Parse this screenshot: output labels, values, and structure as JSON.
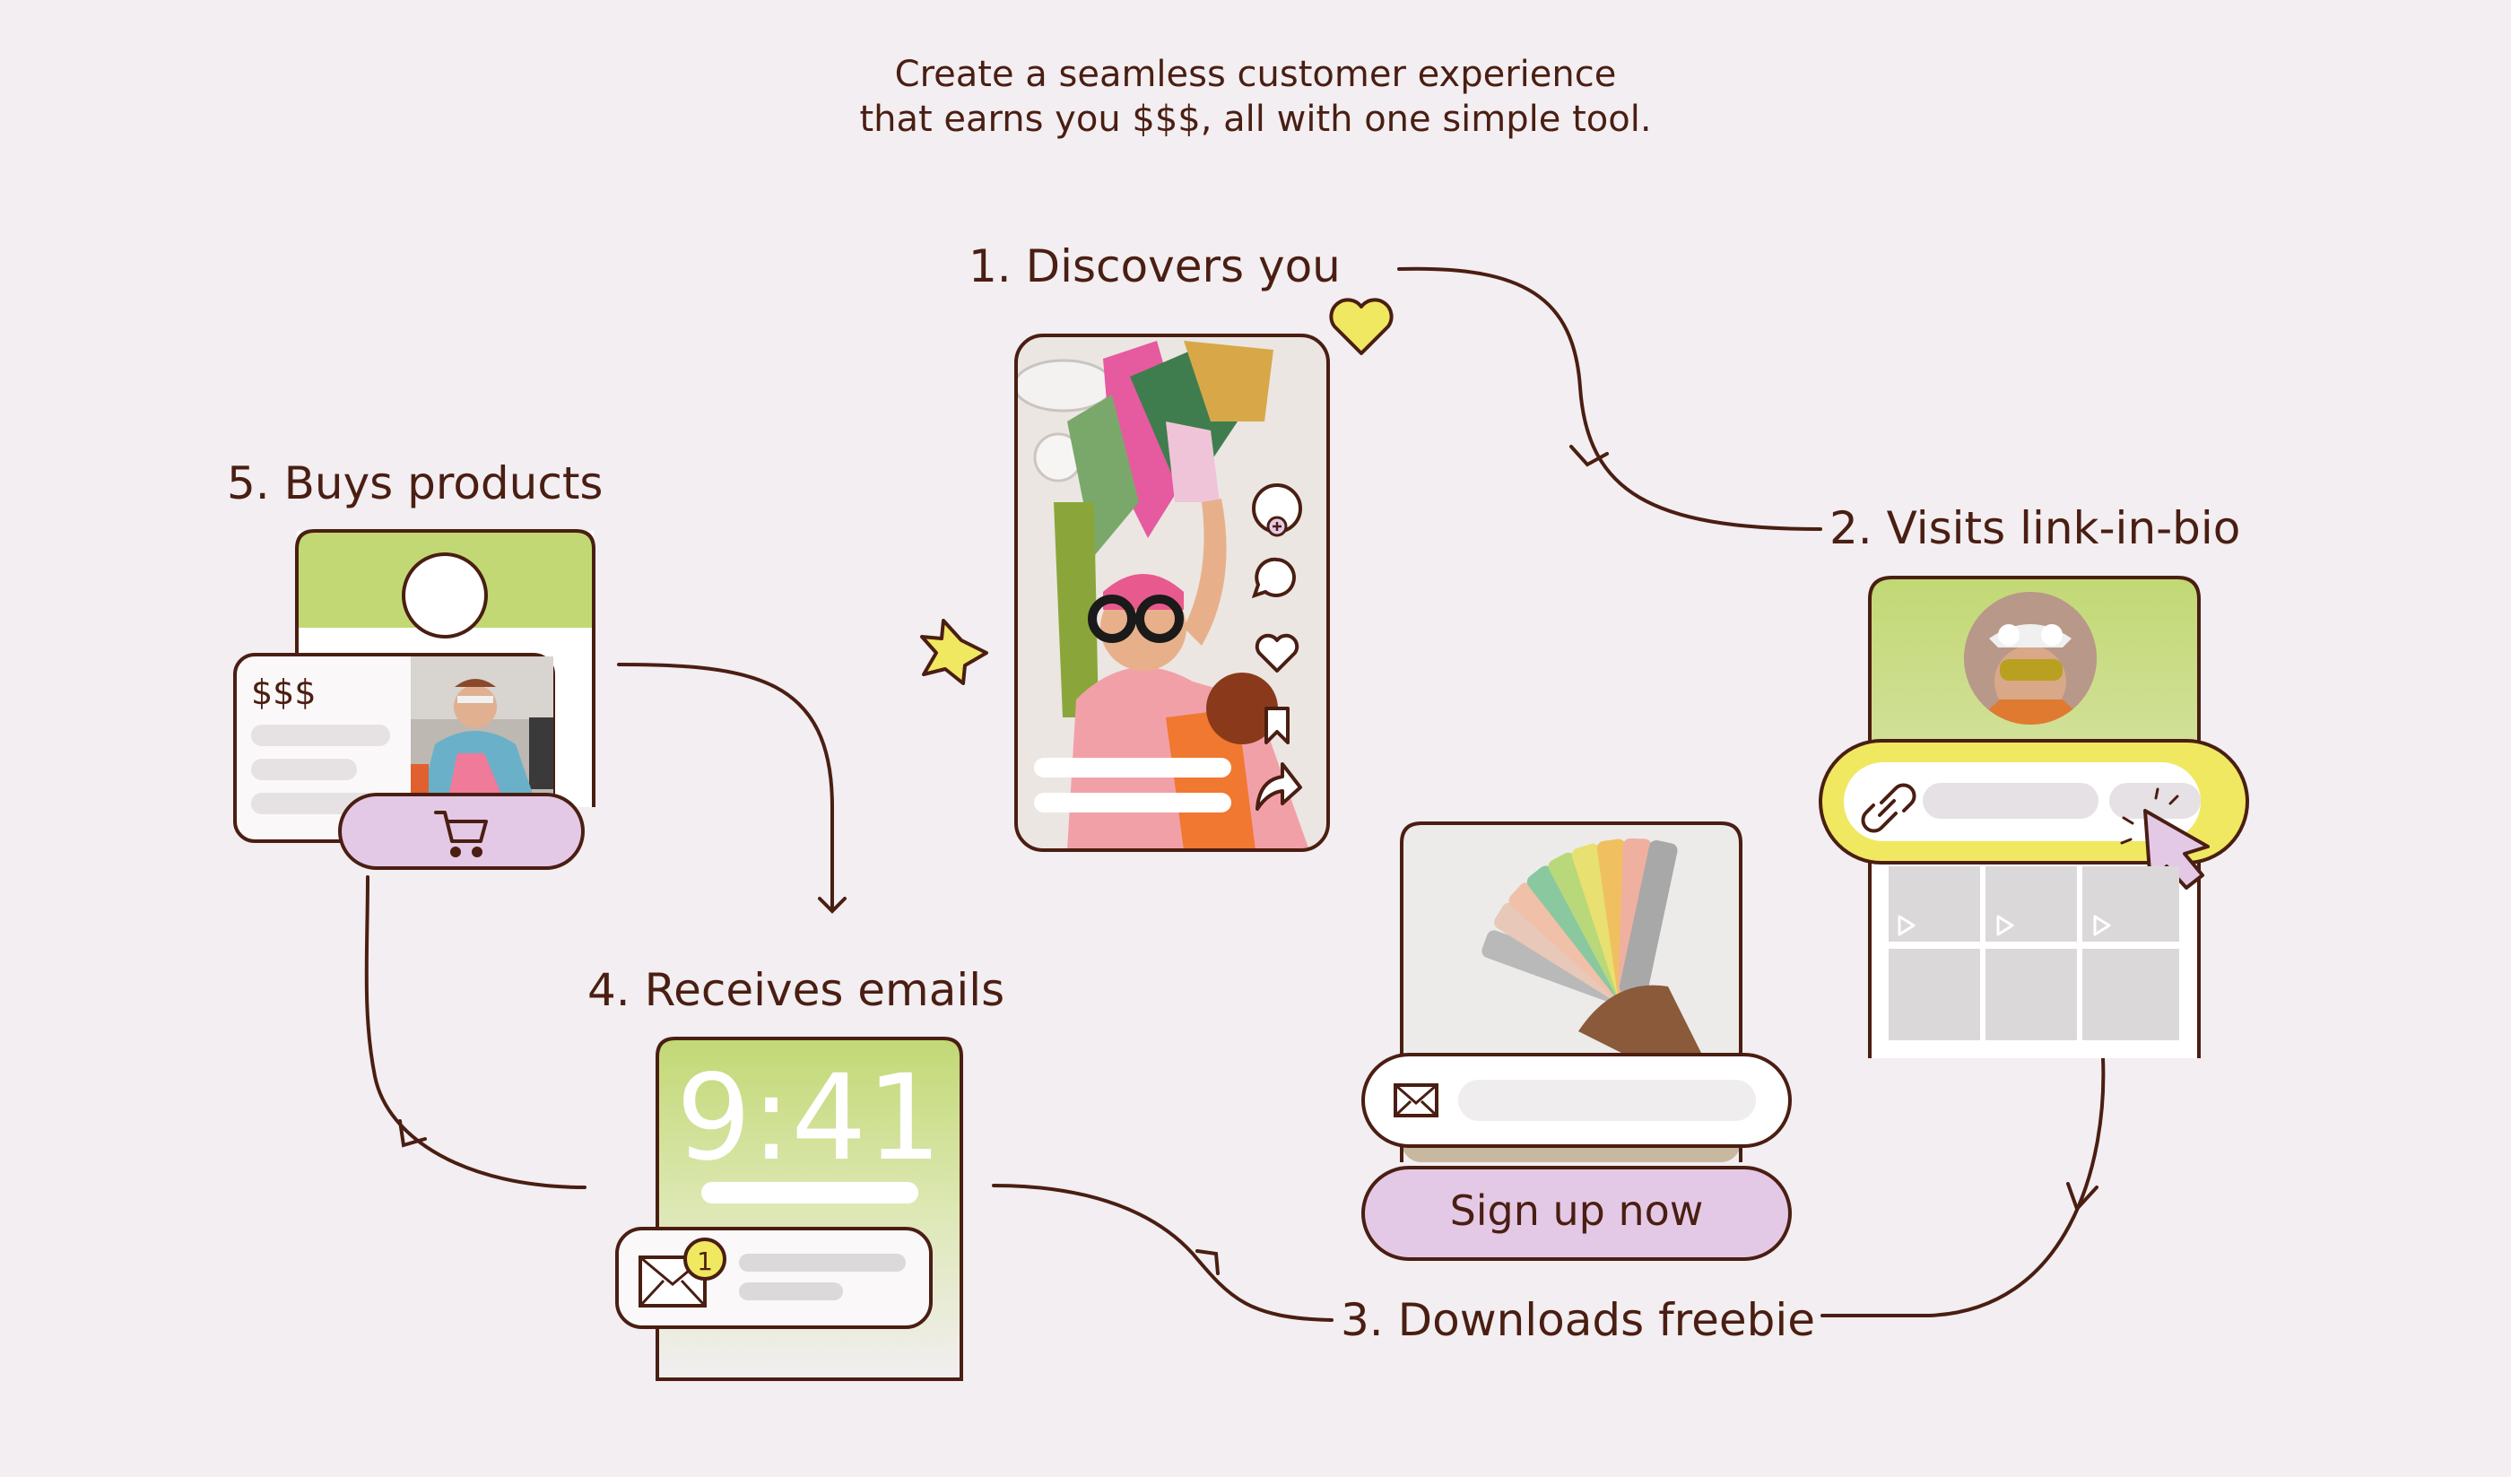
{
  "headline": {
    "line1": "Create a seamless customer experience",
    "line2": "that earns you $$$, all with one simple tool."
  },
  "steps": [
    {
      "label": "1. Discovers you"
    },
    {
      "label": "2. Visits link-in-bio"
    },
    {
      "label": "3. Downloads freebie"
    },
    {
      "label": "4. Receives emails"
    },
    {
      "label": "5. Buys products"
    }
  ],
  "signup": {
    "button_label": "Sign up now"
  },
  "lockscreen": {
    "time": "9:41",
    "notification_count": "1"
  },
  "shop": {
    "price_label": "$$$"
  },
  "colors": {
    "ink": "#4a1e12",
    "background": "#f2eef1",
    "lime": "#c2d874",
    "yellow": "#f0e860",
    "lavender": "#e4c9e6",
    "placeholder": "#dcd7da"
  },
  "icons": [
    "heart-icon",
    "sparkle-star-icon",
    "add-follow-icon",
    "comment-icon",
    "like-icon",
    "bookmark-icon",
    "share-icon",
    "link-icon",
    "cursor-icon",
    "play-icon",
    "envelope-icon",
    "cart-icon"
  ]
}
